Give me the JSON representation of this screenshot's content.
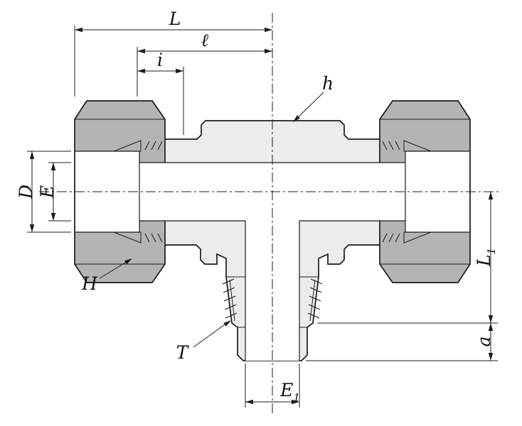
{
  "drawing": {
    "kind": "tube-fitting-cross-section",
    "colors": {
      "line": "#1b1b1b",
      "nut_fill": "#b4b4b4",
      "body_fill": "#ececec",
      "ferrule_fill": "#d9d9d9",
      "bore_fill": "#ffffff",
      "background": "#ffffff"
    },
    "labels": {
      "L": "L",
      "ell": "ℓ",
      "i": "i",
      "h": "h",
      "D": "D",
      "E": "E",
      "H": "H",
      "T": "T",
      "E1": {
        "base": "E",
        "sub": "1"
      },
      "L1": {
        "base": "L",
        "sub": "1"
      },
      "a": "a"
    }
  }
}
